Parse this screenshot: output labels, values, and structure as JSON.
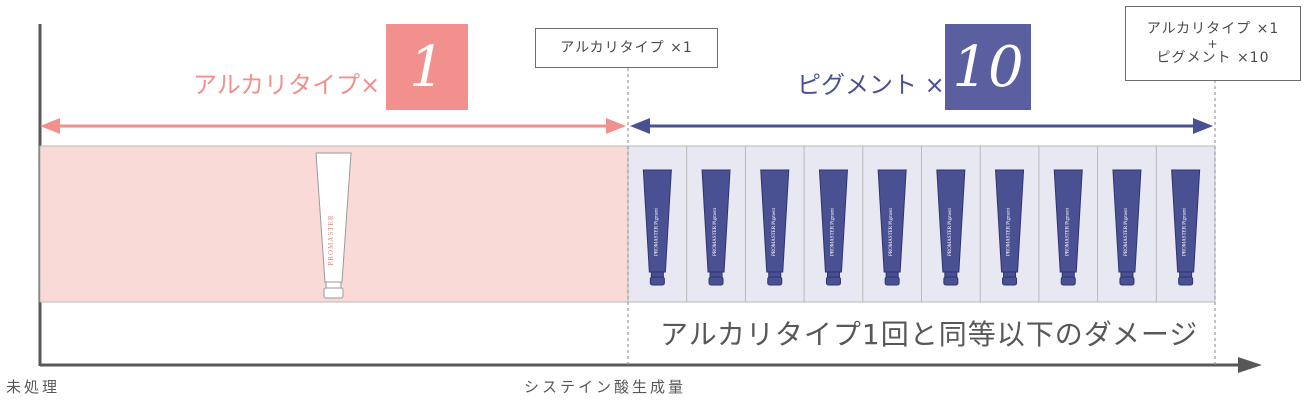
{
  "left_section": {
    "heading": "アルカリタイプ×",
    "number": "1",
    "colors": {
      "accent": "#f2908d",
      "fill": "#f9dad7",
      "arrow": "#f2908d"
    },
    "tube_label": "PROMASTER"
  },
  "right_section": {
    "heading": "ピグメント ×",
    "number": "10",
    "colors": {
      "accent": "#5a5f9f",
      "fill": "#e7e8f1",
      "arrow": "#4a5192"
    },
    "tube_label": "PROMASTER Pigment",
    "tube_count": 10,
    "caption": "アルカリタイプ1回と同等以下のダメージ"
  },
  "boxes": {
    "middle": "アルカリタイプ ×1",
    "right_line1": "アルカリタイプ ×1",
    "right_line2": "+",
    "right_line3": "ピグメント ×10"
  },
  "axis": {
    "origin_label": "未処理",
    "x_label": "システイン酸生成量",
    "color": "#595757"
  }
}
